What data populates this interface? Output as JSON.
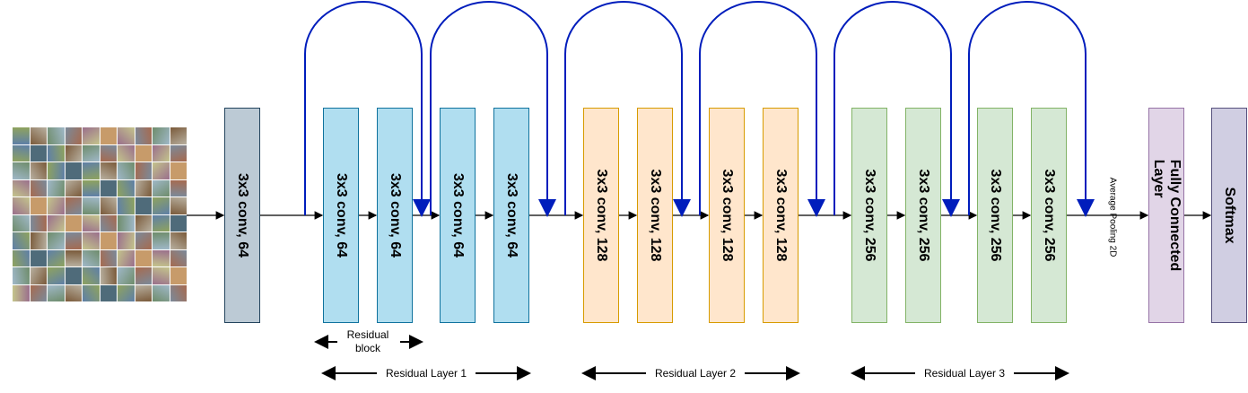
{
  "input": {
    "name": "dataset-sample-grid"
  },
  "layers": [
    {
      "label": "3x3 conv,  64",
      "group": "stem"
    },
    {
      "label": "3x3 conv,  64",
      "group": "l1"
    },
    {
      "label": "3x3 conv,  64",
      "group": "l1"
    },
    {
      "label": "3x3 conv,  64",
      "group": "l1"
    },
    {
      "label": "3x3 conv,  64",
      "group": "l1"
    },
    {
      "label": "3x3 conv,  128",
      "group": "l2"
    },
    {
      "label": "3x3 conv,  128",
      "group": "l2"
    },
    {
      "label": "3x3 conv,  128",
      "group": "l2"
    },
    {
      "label": "3x3 conv,  128",
      "group": "l2"
    },
    {
      "label": "3x3 conv,  256",
      "group": "l3"
    },
    {
      "label": "3x3 conv,  256",
      "group": "l3"
    },
    {
      "label": "3x3 conv,  256",
      "group": "l3"
    },
    {
      "label": "3x3 conv,  256",
      "group": "l3"
    },
    {
      "label": "Fully Connected\nLayer",
      "group": "fc"
    },
    {
      "label": "Softmax",
      "group": "sm"
    }
  ],
  "colors": {
    "stem": {
      "fill": "#bccad5",
      "stroke": "#23445d"
    },
    "l1": {
      "fill": "#b0def0",
      "stroke": "#10739e"
    },
    "l2": {
      "fill": "#ffe6cc",
      "stroke": "#d79b00"
    },
    "l3": {
      "fill": "#d5e8d4",
      "stroke": "#82b366"
    },
    "fc": {
      "fill": "#e1d5e7",
      "stroke": "#9673a6"
    },
    "sm": {
      "fill": "#d0cee2",
      "stroke": "#56517e"
    },
    "skip": "#001dbc"
  },
  "labels": {
    "residual_block": "Residual\nblock",
    "residual_layer_1": "Residual Layer 1",
    "residual_layer_2": "Residual Layer 2",
    "residual_layer_3": "Residual Layer 3",
    "avg_pool": "Average Pooling 2D"
  }
}
